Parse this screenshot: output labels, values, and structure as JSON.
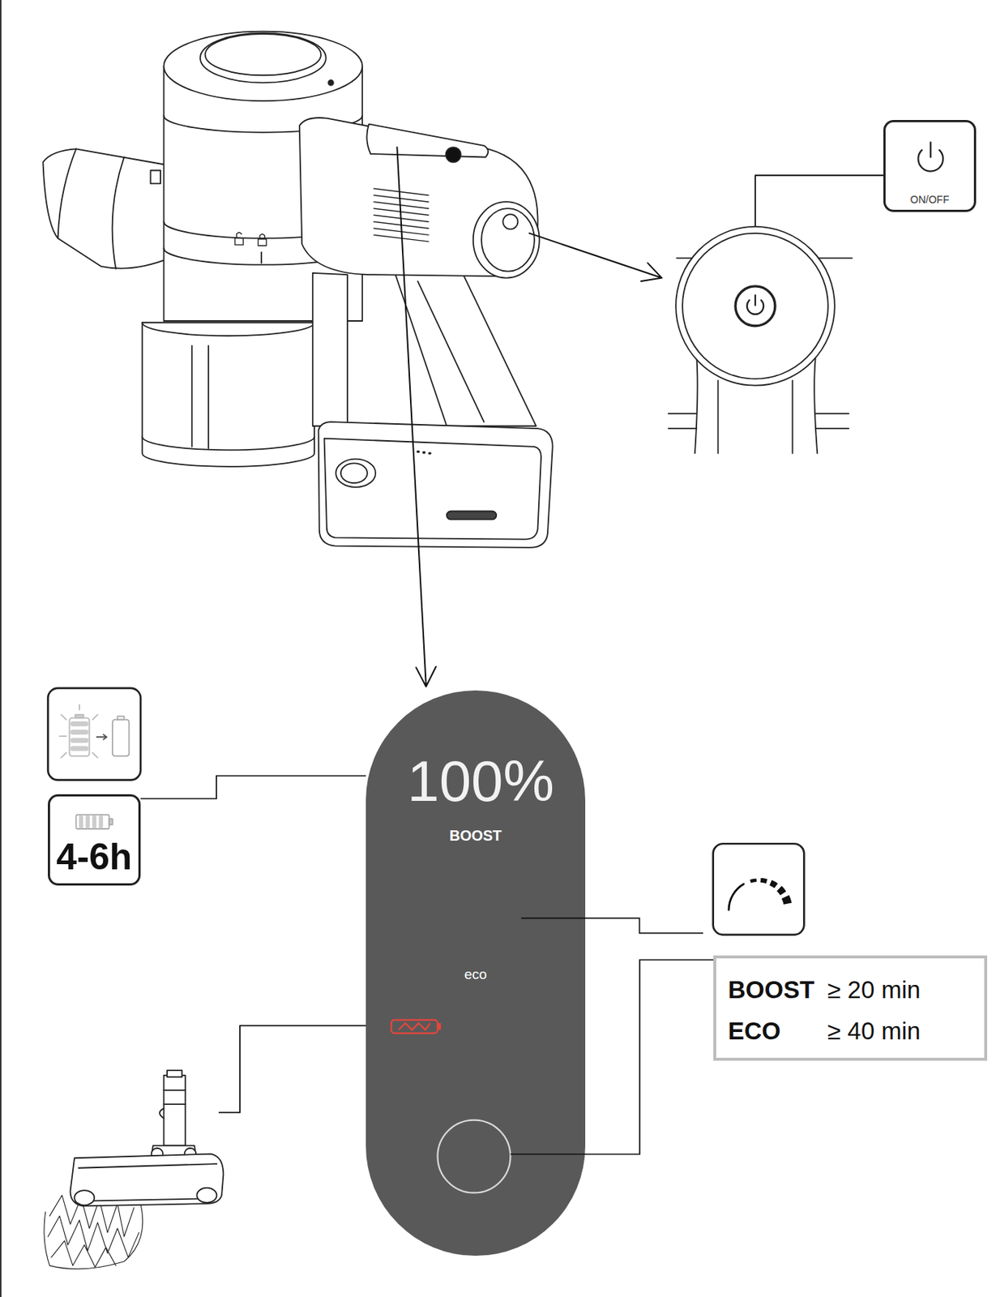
{
  "diagram": {
    "nodes": [
      {
        "text": [
          "ON/OFF"
        ]
      },
      {
        "text": [
          "100%",
          "BOOST",
          "eco"
        ]
      },
      {
        "text": [
          "4-6h"
        ]
      },
      {
        "text": [
          "BOOST",
          "≥ 20 min",
          "ECO",
          "≥ 40 min"
        ]
      }
    ],
    "edges": [
      {
        "from": 2,
        "to": 1,
        "arrow": "none"
      },
      {
        "from": 3,
        "to": 1,
        "arrow": "none"
      }
    ]
  }
}
